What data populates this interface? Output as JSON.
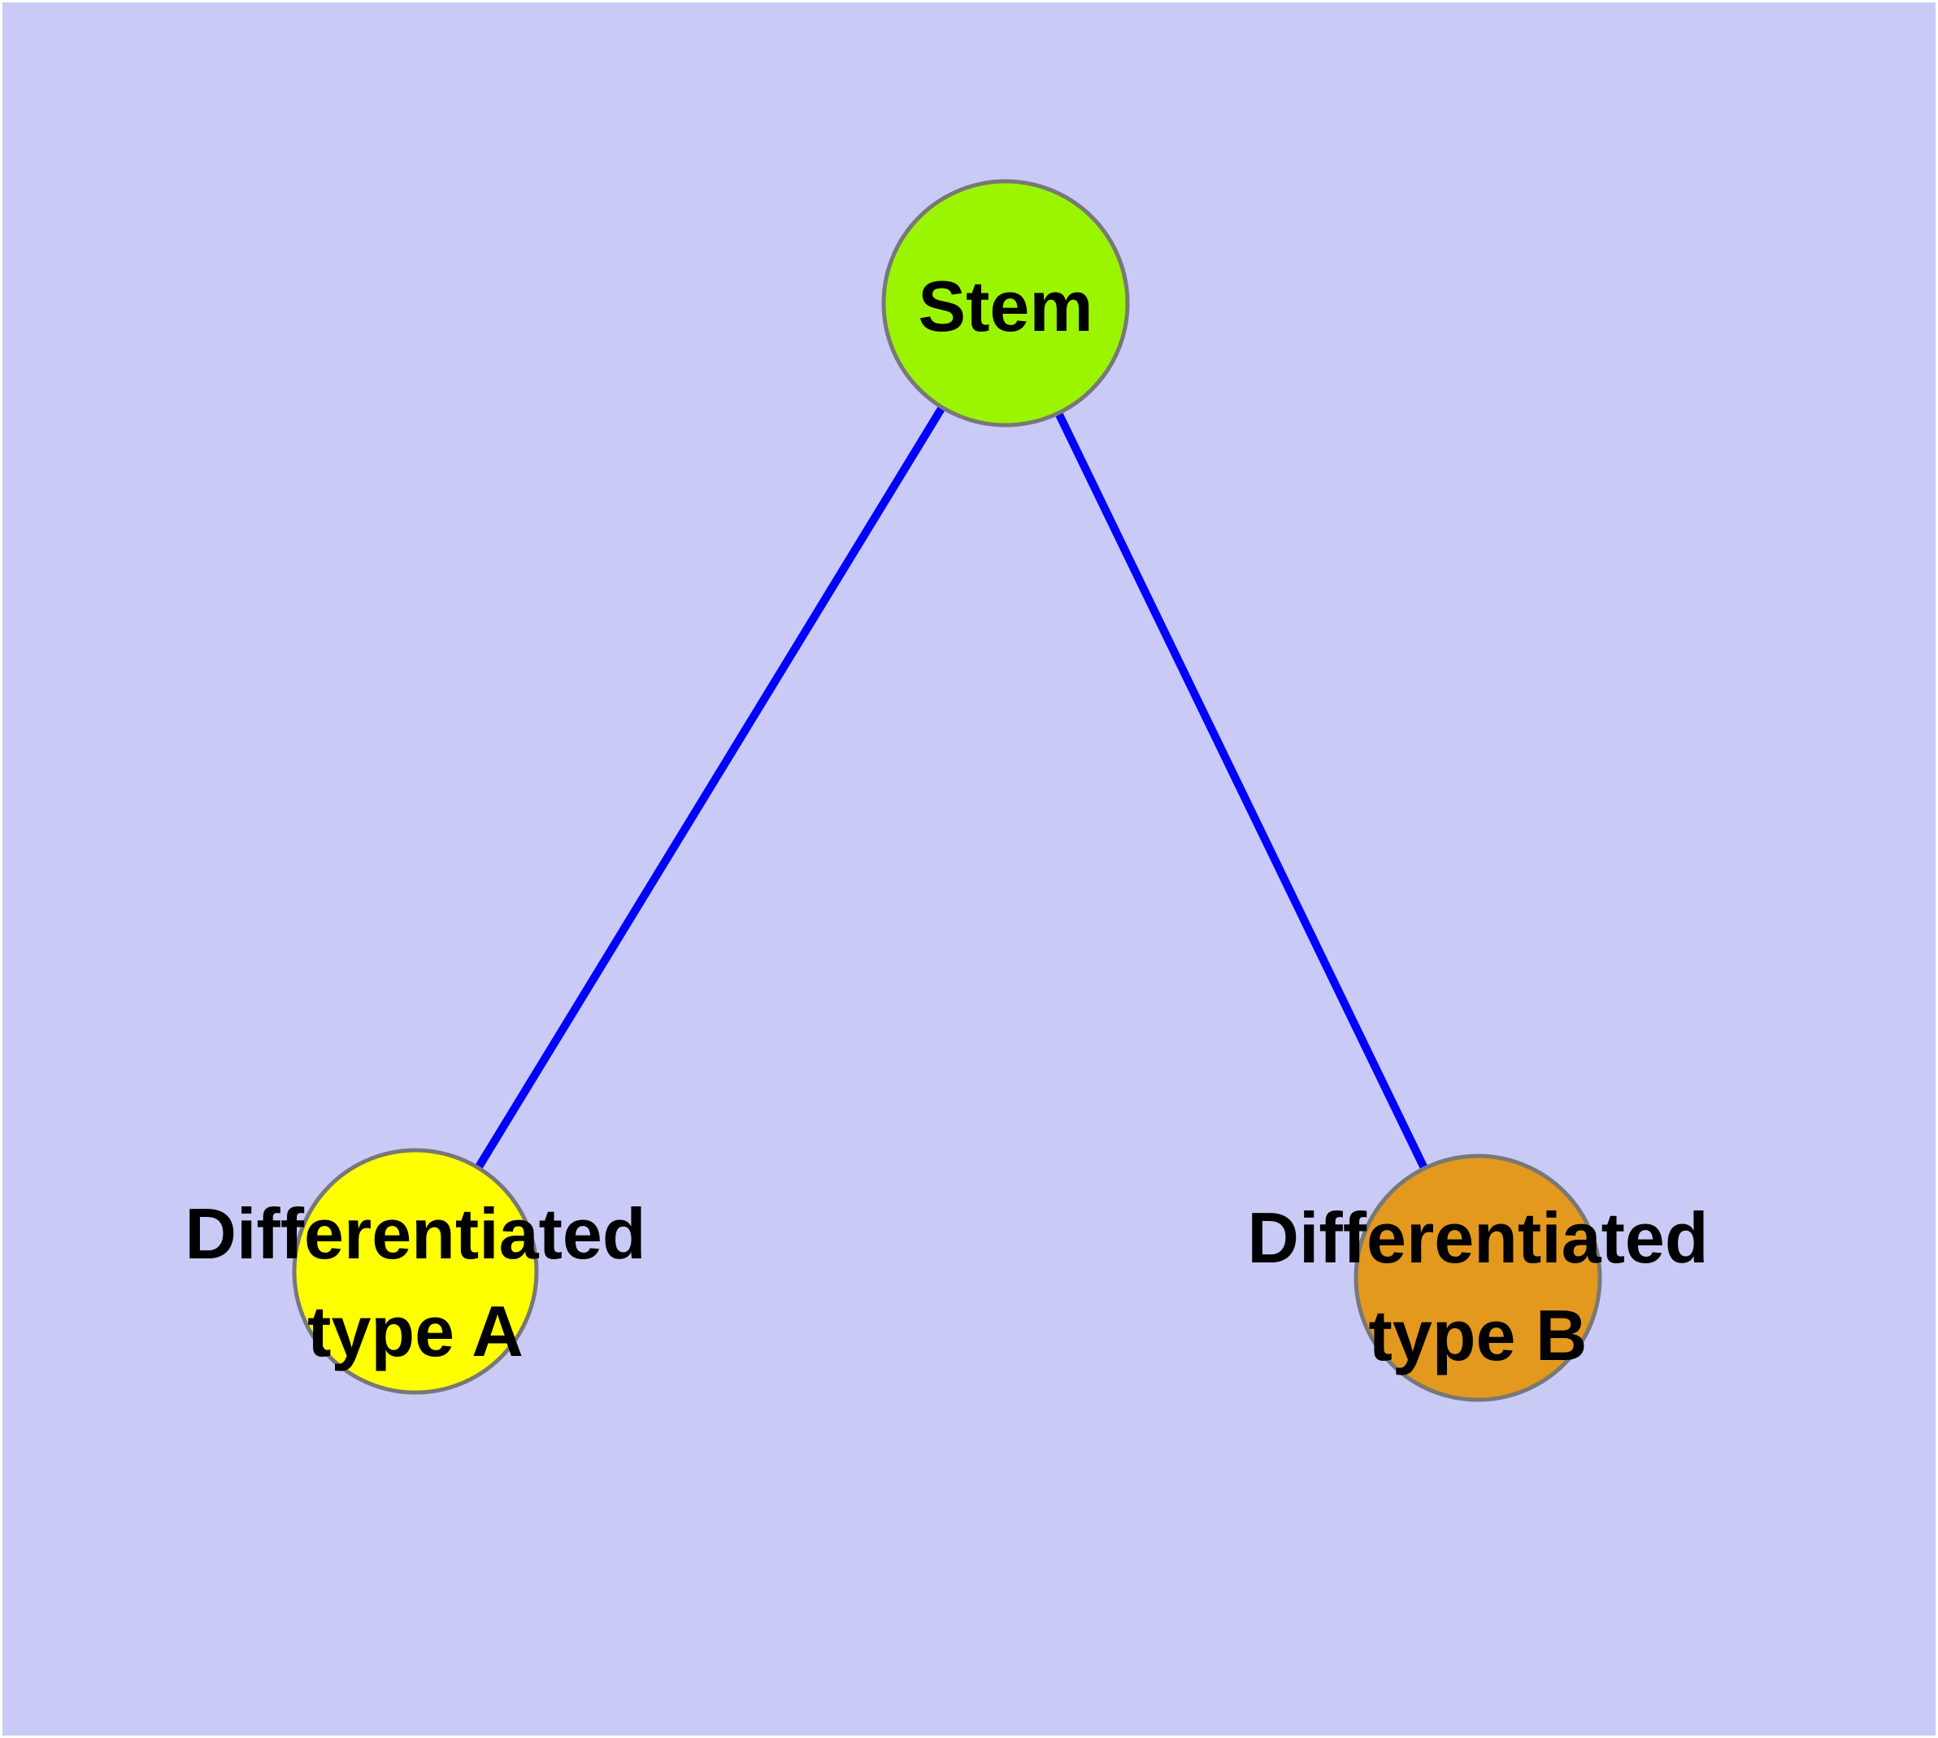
{
  "canvas": {
    "background": "#CACAF7",
    "outer_border": "#FFFFFF"
  },
  "graph": {
    "type": "node-link-diagram",
    "edge_style": {
      "color": "#0000FF",
      "width": 10
    },
    "node_style": {
      "border_color": "#787878",
      "border_width": 5,
      "label_color": "#000000"
    },
    "nodes": [
      {
        "id": "stem",
        "label": "Stem",
        "label_lines": [
          "Stem"
        ],
        "fill": "#9BF500"
      },
      {
        "id": "differentiated-type-a",
        "label": "Differentiated type A",
        "label_lines": [
          "Differentiated",
          "type A"
        ],
        "fill": "#FFFF00"
      },
      {
        "id": "differentiated-type-b",
        "label": "Differentiated type B",
        "label_lines": [
          "Differentiated",
          "type B"
        ],
        "fill": "#E3991D"
      }
    ],
    "edges": [
      {
        "from": "stem",
        "to": "differentiated-type-a"
      },
      {
        "from": "stem",
        "to": "differentiated-type-b"
      }
    ]
  }
}
